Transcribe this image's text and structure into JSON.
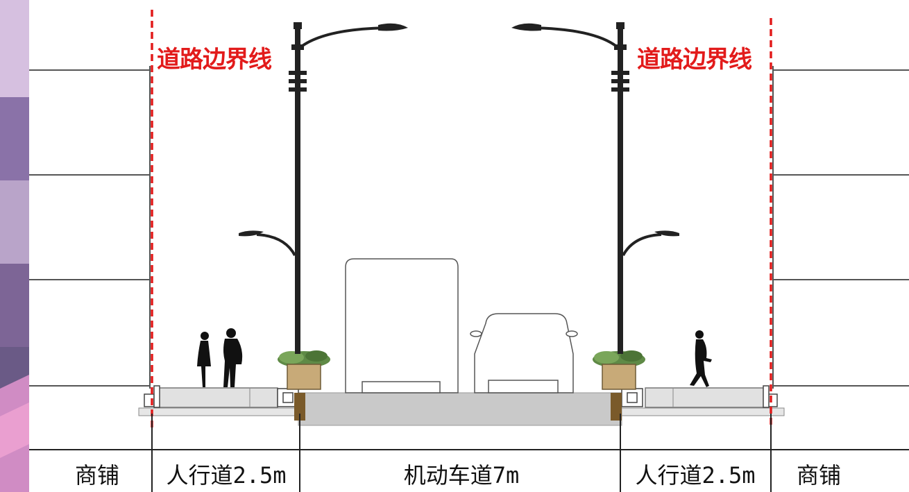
{
  "labels": {
    "boundary_left": "道路边界线",
    "boundary_right": "道路边界线"
  },
  "dimensions": {
    "shop_left": "商铺",
    "sidewalk_left": "人行道2.5m",
    "carriageway": "机动车道7m",
    "sidewalk_right": "人行道2.5m",
    "shop_right": "商铺"
  },
  "colors": {
    "boundary_line": "#e21b1b",
    "road": "#c9c9c9",
    "planter": "#c8aa78",
    "plants": "#5f8a46"
  }
}
